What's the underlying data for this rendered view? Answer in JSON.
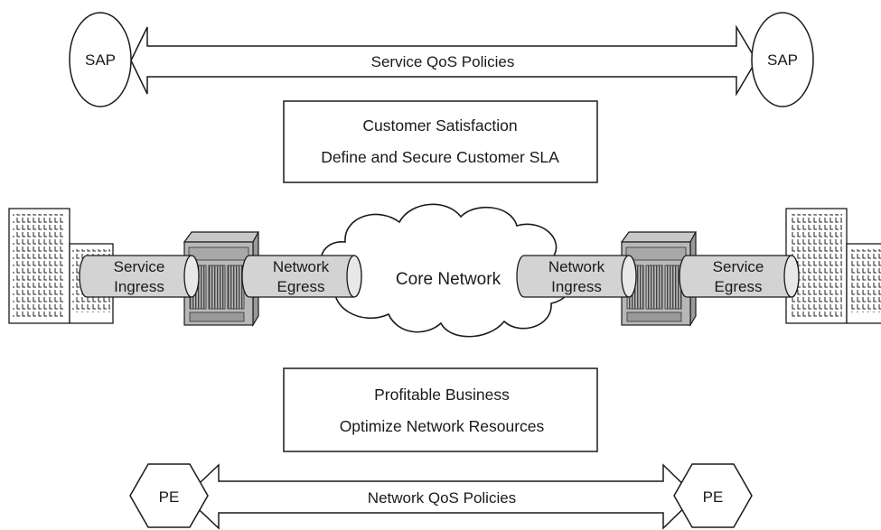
{
  "service_policies": {
    "left_endpoint": "SAP",
    "right_endpoint": "SAP",
    "label": "Service QoS Policies"
  },
  "customer_box": {
    "line1": "Customer Satisfaction",
    "line2": "Define and Secure Customer SLA"
  },
  "network_row": {
    "service_ingress": [
      "Service",
      "Ingress"
    ],
    "network_egress": [
      "Network",
      "Egress"
    ],
    "core_network": "Core Network",
    "network_ingress": [
      "Network",
      "Ingress"
    ],
    "service_egress": [
      "Service",
      "Egress"
    ]
  },
  "business_box": {
    "line1": "Profitable Business",
    "line2": "Optimize Network Resources"
  },
  "network_policies": {
    "left_endpoint": "PE",
    "right_endpoint": "PE",
    "label": "Network QoS Policies"
  },
  "colors": {
    "line": "#1a1a1a",
    "tube_fill": "#d3d3d3",
    "router_fill": "#b8b8b8",
    "background": "#ffffff"
  }
}
